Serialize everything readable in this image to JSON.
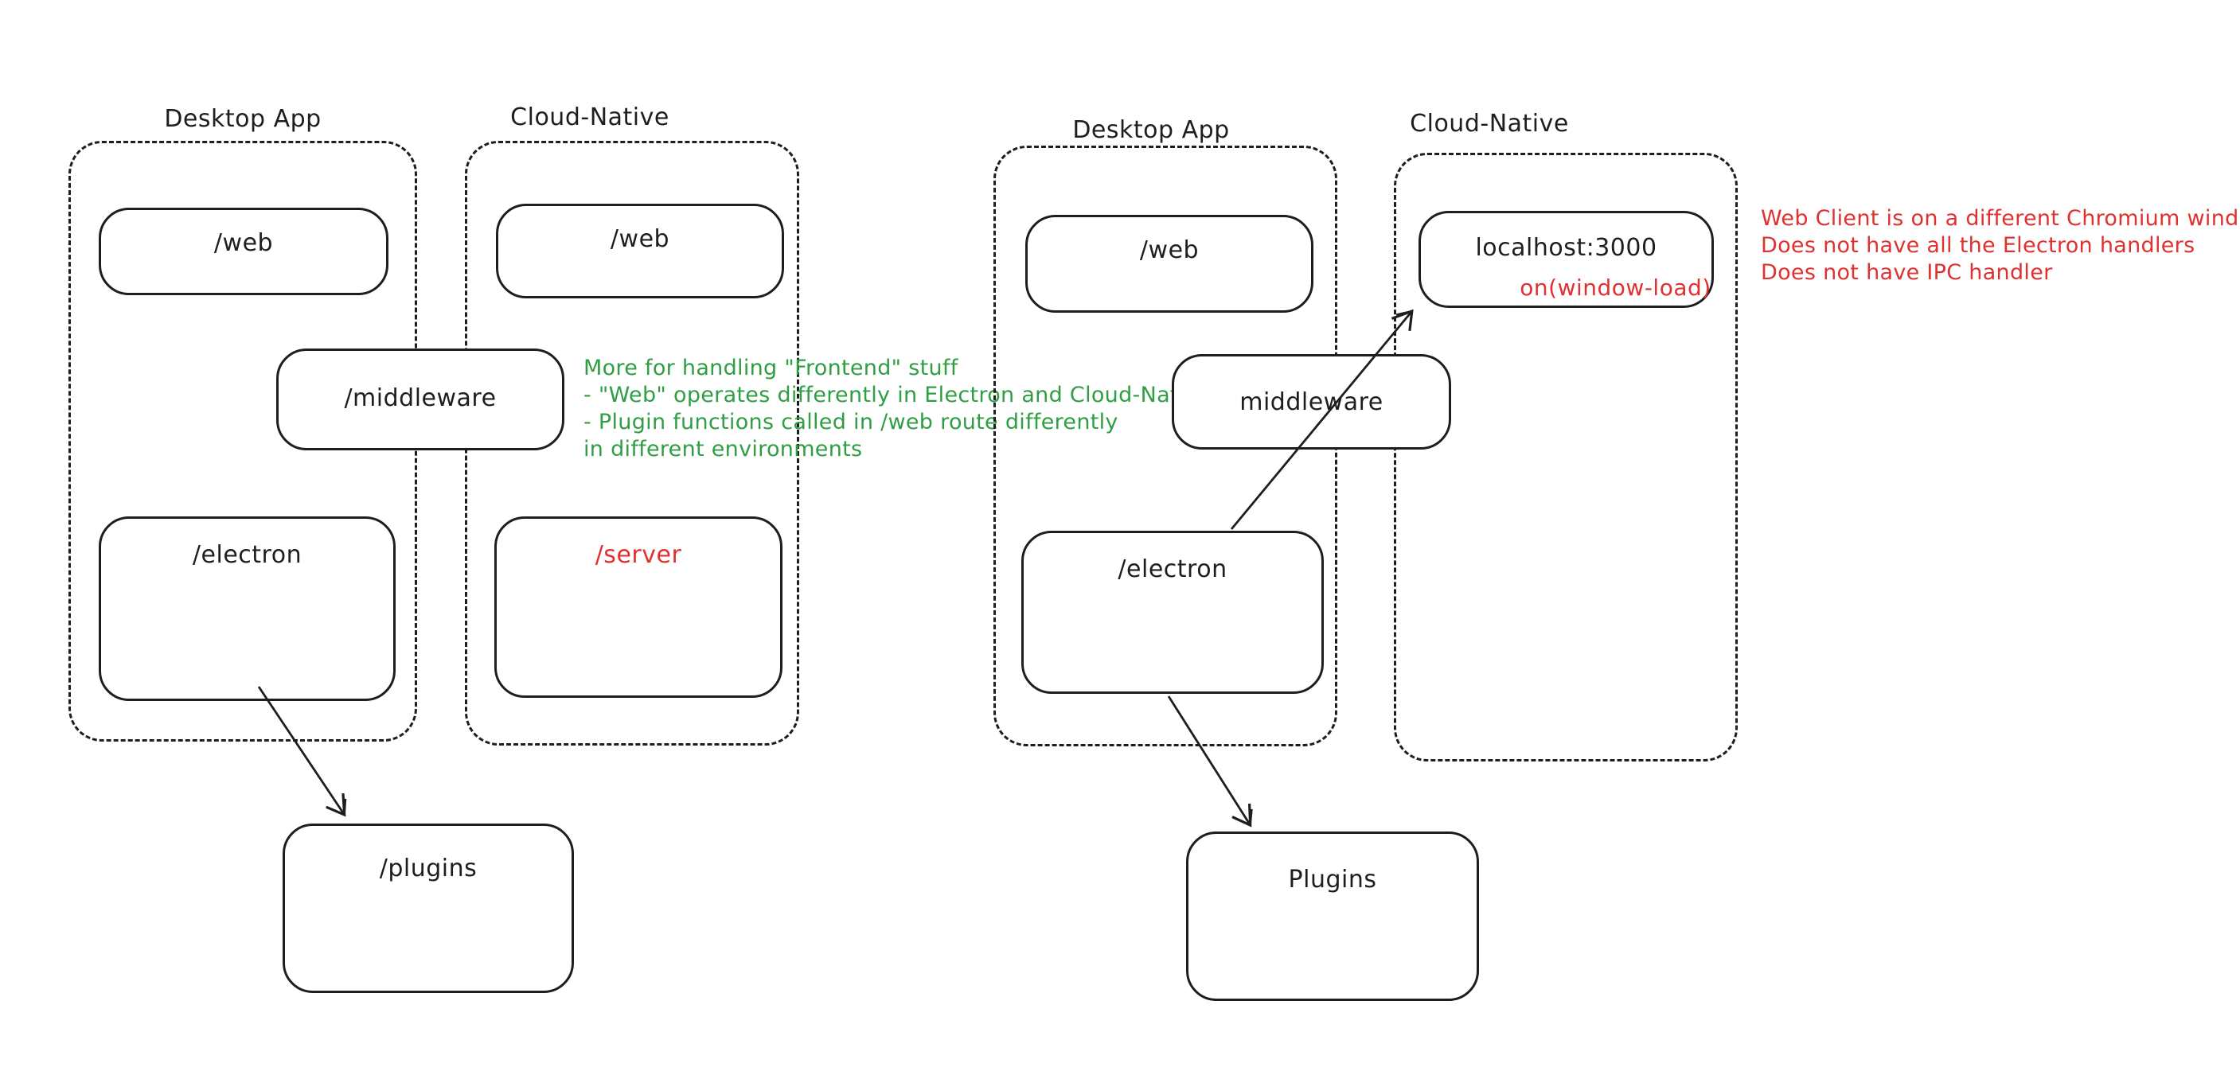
{
  "colors": {
    "ink": "#1e1e1e",
    "red": "#e03131",
    "green": "#2f9e44",
    "background": "#ffffff"
  },
  "left": {
    "desktop_label": "Desktop App",
    "cloud_label": "Cloud-Native",
    "web_desktop": "/web",
    "web_cloud": "/web",
    "middleware": "/middleware",
    "electron": "/electron",
    "server": "/server",
    "plugins": "/plugins"
  },
  "right": {
    "desktop_label": "Desktop App",
    "cloud_label": "Cloud-Native",
    "web": "/web",
    "localhost_label": "localhost:3000",
    "on_window_load": "on(window-load)",
    "middleware": "middleware",
    "electron": "/electron",
    "plugins": "Plugins"
  },
  "notes": {
    "green": [
      "More for handling \"Frontend\" stuff",
      "- \"Web\" operates differently in Electron and Cloud-Native",
      "- Plugin functions called in /web route differently",
      "in different environments"
    ],
    "red": [
      "Web Client is on a different Chromium window",
      "Does not have all the Electron handlers",
      "Does not have IPC handler"
    ]
  }
}
